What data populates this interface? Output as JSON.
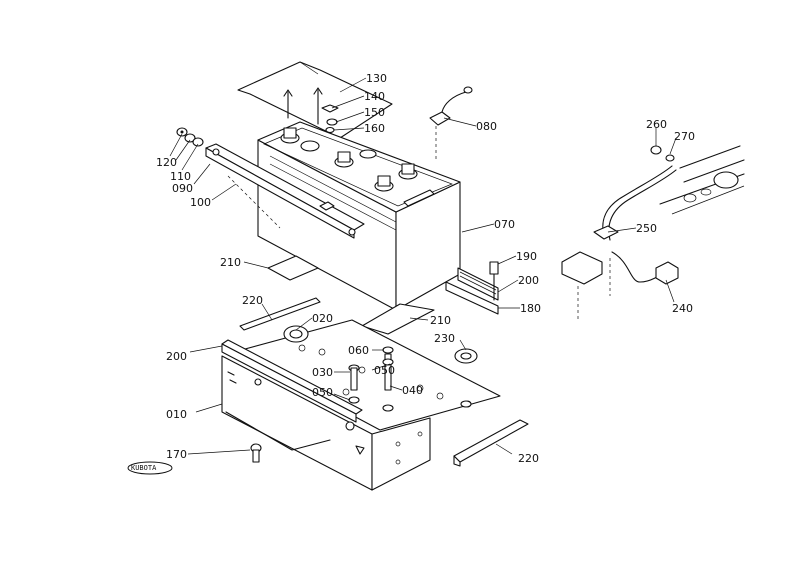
{
  "callouts": [
    {
      "id": "c130",
      "text": "130"
    },
    {
      "id": "c140",
      "text": "140"
    },
    {
      "id": "c150",
      "text": "150"
    },
    {
      "id": "c160",
      "text": "160"
    },
    {
      "id": "c080",
      "text": "080"
    },
    {
      "id": "c120",
      "text": "120"
    },
    {
      "id": "c110",
      "text": "110"
    },
    {
      "id": "c090",
      "text": "090"
    },
    {
      "id": "c100",
      "text": "100"
    },
    {
      "id": "c070",
      "text": "070"
    },
    {
      "id": "c260",
      "text": "260"
    },
    {
      "id": "c270",
      "text": "270"
    },
    {
      "id": "c250",
      "text": "250"
    },
    {
      "id": "c240",
      "text": "240"
    },
    {
      "id": "c190",
      "text": "190"
    },
    {
      "id": "c200a",
      "text": "200"
    },
    {
      "id": "c180",
      "text": "180"
    },
    {
      "id": "c210a",
      "text": "210"
    },
    {
      "id": "c210b",
      "text": "210"
    },
    {
      "id": "c220a",
      "text": "220"
    },
    {
      "id": "c220b",
      "text": "220"
    },
    {
      "id": "c020",
      "text": "020"
    },
    {
      "id": "c200b",
      "text": "200"
    },
    {
      "id": "c060",
      "text": "060"
    },
    {
      "id": "c050a",
      "text": "050"
    },
    {
      "id": "c050b",
      "text": "050"
    },
    {
      "id": "c030",
      "text": "030"
    },
    {
      "id": "c040",
      "text": "040"
    },
    {
      "id": "c230",
      "text": "230"
    },
    {
      "id": "c010",
      "text": "010"
    },
    {
      "id": "c170",
      "text": "170"
    }
  ],
  "logo": {
    "text": "KUBOTA"
  }
}
